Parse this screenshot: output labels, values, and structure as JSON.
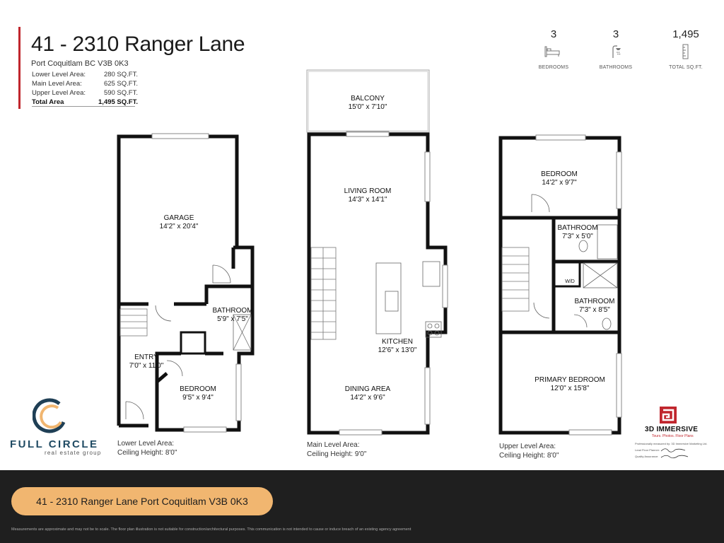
{
  "header": {
    "title": "41 - 2310 Ranger Lane",
    "subtitle": "Port Coquitlam BC V3B 0K3",
    "areas": [
      {
        "label": "Lower Level Area:",
        "value": "280 SQ.FT."
      },
      {
        "label": "Main Level Area:",
        "value": "625 SQ.FT."
      },
      {
        "label": "Upper Level Area:",
        "value": "590 SQ.FT."
      },
      {
        "label": "Total Area",
        "value": "1,495 SQ.FT."
      }
    ]
  },
  "stats": [
    {
      "value": "3",
      "label": "BEDROOMS",
      "icon": "bed-icon"
    },
    {
      "value": "3",
      "label": "BATHROOMS",
      "icon": "shower-icon"
    },
    {
      "value": "1,495",
      "label": "TOTAL SQ.FT.",
      "icon": "ruler-icon"
    }
  ],
  "lower": {
    "garage": {
      "name": "GARAGE",
      "dim": "14'2\" x 20'4\""
    },
    "bathroom": {
      "name": "BATHROOM",
      "dim": "5'9\" x 7'5\""
    },
    "entry": {
      "name": "ENTRY",
      "dim": "7'0\" x 11'0\""
    },
    "bedroom": {
      "name": "BEDROOM",
      "dim": "9'5\" x 9'4\""
    },
    "level_label": "Lower Level Area:",
    "ceiling": "Ceiling Height: 8'0\""
  },
  "main": {
    "balcony": {
      "name": "BALCONY",
      "dim": "15'0\" x 7'10\""
    },
    "living": {
      "name": "LIVING ROOM",
      "dim": "14'3\" x 14'1\""
    },
    "kitchen": {
      "name": "KITCHEN",
      "dim": "12'6\" x 13'0\""
    },
    "dining": {
      "name": "DINING AREA",
      "dim": "14'2\" x 9'6\""
    },
    "level_label": "Main Level Area:",
    "ceiling": "Ceiling Height: 9'0\""
  },
  "upper": {
    "bedroom": {
      "name": "BEDROOM",
      "dim": "14'2\" x 9'7\""
    },
    "bathroom1": {
      "name": "BATHROOM",
      "dim": "7'3\" x 5'0\""
    },
    "wd": "W/D",
    "bathroom2": {
      "name": "BATHROOM",
      "dim": "7'3\" x 8'5\""
    },
    "primary": {
      "name": "PRIMARY BEDROOM",
      "dim": "12'0\" x 15'8\""
    },
    "level_label": "Upper Level Area:",
    "ceiling": "Ceiling Height: 8'0\""
  },
  "brand": {
    "name": "FULL CIRCLE",
    "sub": "real estate group",
    "partner": "3D IMMERSIVE",
    "partner_sub": "Tours. Photos. Floor Plans",
    "partner_small": "Professionally measured by: 3D Immersive Marketing Ltd.",
    "partner_planner": "Lead Floor Planner:",
    "partner_qa": "Quality Assurance:",
    "accent": "#f1b670",
    "red": "#c0262d"
  },
  "footer": {
    "address": "41 - 2310 Ranger Lane Port Coquitlam V3B 0K3",
    "disclaimer": "Measurements are approximate and may not be to scale.  The floor plan illustration is not suitable for construction/architectural purposes. This communication is not intended to cause or induce breach of an existing agency agreement"
  }
}
